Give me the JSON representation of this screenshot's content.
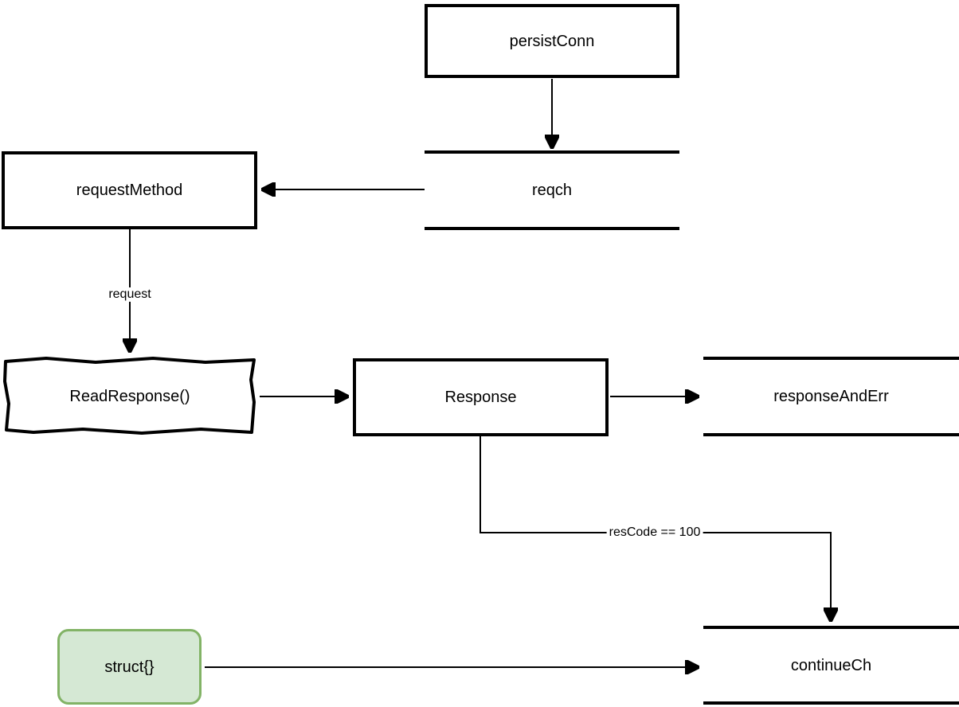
{
  "diagram": {
    "nodes": {
      "persistConn": {
        "label": "persistConn",
        "shape": "box"
      },
      "reqch": {
        "label": "reqch",
        "shape": "channel"
      },
      "requestMethod": {
        "label": "requestMethod",
        "shape": "box"
      },
      "readResponse": {
        "label": "ReadResponse()",
        "shape": "sketch-box"
      },
      "response": {
        "label": "Response",
        "shape": "box"
      },
      "responseAndErr": {
        "label": "responseAndErr",
        "shape": "channel"
      },
      "continueCh": {
        "label": "continueCh",
        "shape": "channel"
      },
      "structEmpty": {
        "label": "struct{}",
        "shape": "rounded-box"
      }
    },
    "edges": [
      {
        "from": "persistConn",
        "to": "reqch",
        "label": ""
      },
      {
        "from": "reqch",
        "to": "requestMethod",
        "label": ""
      },
      {
        "from": "requestMethod",
        "to": "readResponse",
        "label": "request"
      },
      {
        "from": "readResponse",
        "to": "response",
        "label": ""
      },
      {
        "from": "response",
        "to": "responseAndErr",
        "label": ""
      },
      {
        "from": "response",
        "to": "continueCh",
        "label": "resCode == 100"
      },
      {
        "from": "structEmpty",
        "to": "continueCh",
        "label": ""
      }
    ],
    "colors": {
      "line": "#000000",
      "box_fill": "#ffffff",
      "struct_fill": "#d5e8d4",
      "struct_stroke": "#82b366",
      "background": "#ffffff"
    }
  }
}
